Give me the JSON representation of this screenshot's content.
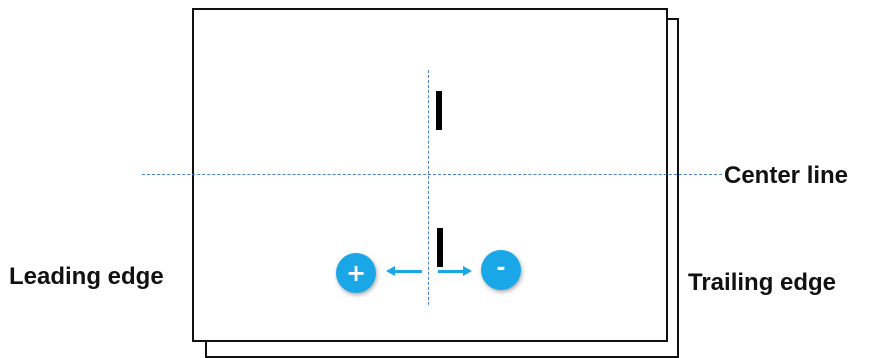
{
  "labels": {
    "center_line": "Center line",
    "leading_edge": "Leading edge",
    "trailing_edge": "Trailing edge"
  },
  "markers": {
    "plus": "+",
    "minus": "-"
  },
  "colors": {
    "guide_line": "#4a7fd0",
    "marker_fill": "#1aa7e8",
    "sheet_border": "#111111"
  },
  "icons": {
    "left_arrow": "arrow-left-icon",
    "right_arrow": "arrow-right-icon"
  }
}
